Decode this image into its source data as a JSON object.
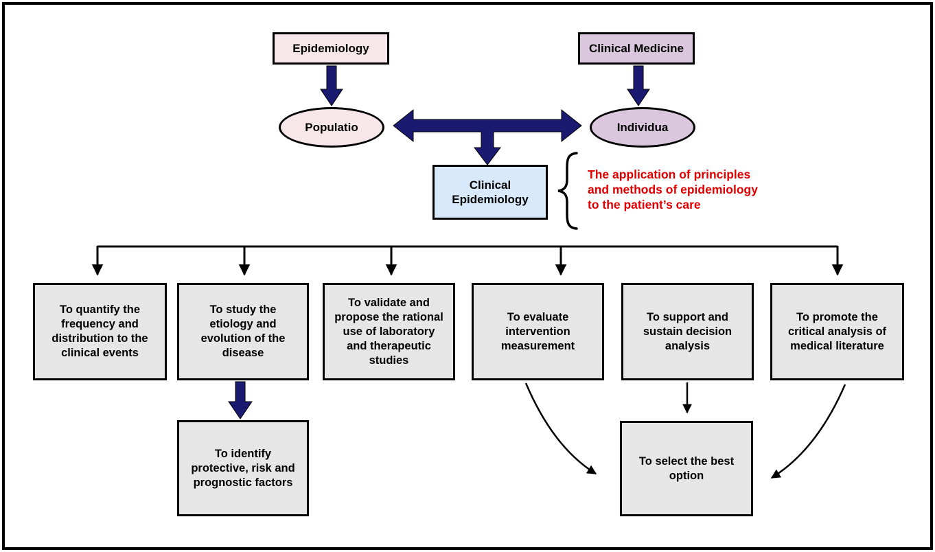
{
  "nodes": {
    "epidemiology": {
      "label": "Epidemiology"
    },
    "clinical_medicine": {
      "label": "Clinical Medicine"
    },
    "population": {
      "label": "Populatio"
    },
    "individual": {
      "label": "Individua"
    },
    "clinical_epidemiology": {
      "lines": [
        "Clinical",
        "Epidemiology"
      ]
    }
  },
  "definition": {
    "lines": [
      "The application of principles",
      "and methods of epidemiology",
      "to the patient’s care"
    ],
    "color": "#DE0000"
  },
  "goals": [
    {
      "lines": [
        "To quantify the",
        "frequency and",
        "distribution to the",
        "clinical events"
      ]
    },
    {
      "lines": [
        "To study the",
        "etiology and",
        "evolution of the",
        "disease"
      ]
    },
    {
      "lines": [
        "To validate and",
        "propose the rational",
        "use of laboratory",
        "and therapeutic",
        "studies"
      ]
    },
    {
      "lines": [
        "To evaluate",
        "intervention",
        "measurement"
      ]
    },
    {
      "lines": [
        "To support and",
        "sustain decision",
        "analysis"
      ]
    },
    {
      "lines": [
        "To promote the",
        "critical analysis of",
        "medical literature"
      ]
    }
  ],
  "sub_goals": {
    "identify": {
      "lines": [
        "To identify",
        "protective, risk and",
        "prognostic factors"
      ]
    },
    "select": {
      "lines": [
        "To select the best",
        "option"
      ]
    }
  },
  "colors": {
    "epidemiology_fill": "#F7E6EA",
    "clinical_medicine_fill": "#DBC7DD",
    "clinical_epidemiology_fill": "#D7E9FA",
    "goal_fill": "#E6E6E6",
    "arrow_navy": "#1A1A70",
    "definition_red": "#DE0000",
    "line_black": "#000000"
  }
}
